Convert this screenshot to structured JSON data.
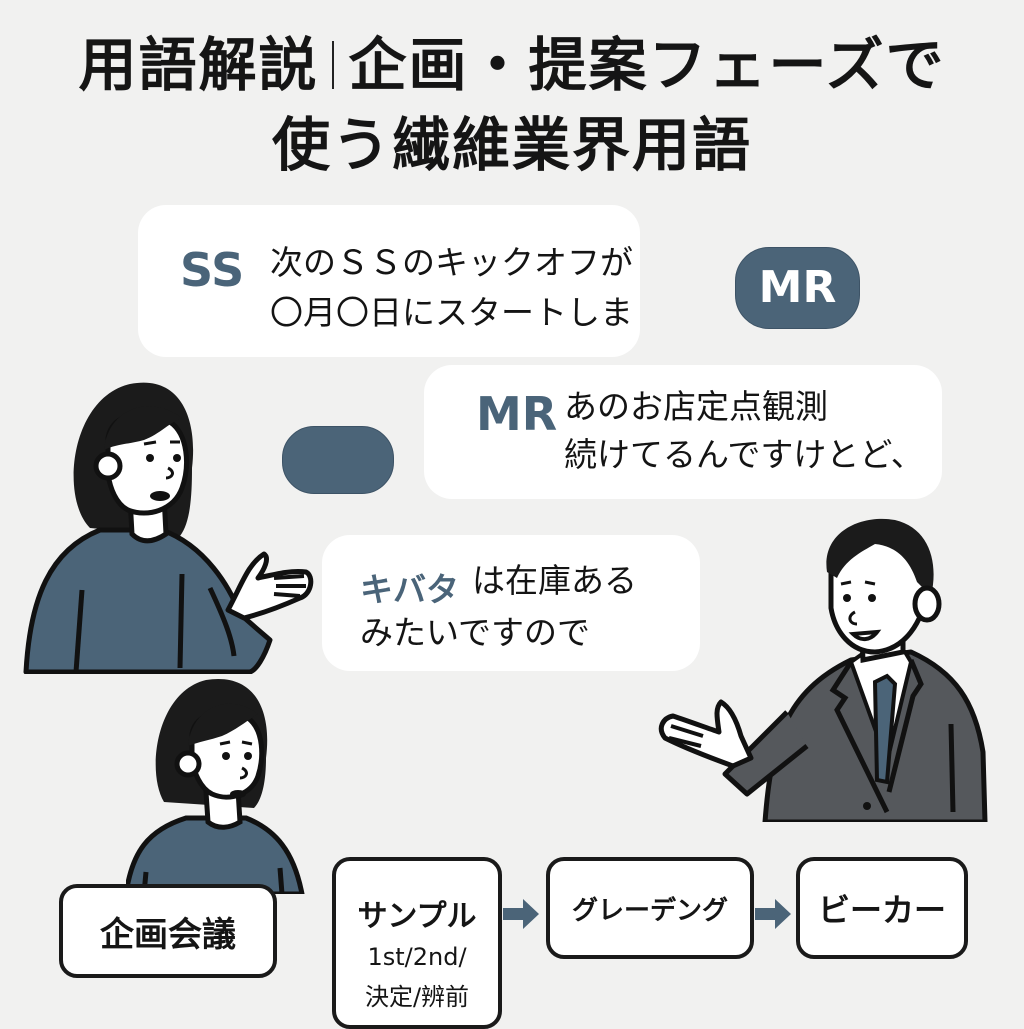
{
  "title": {
    "line1_left": "用語解説",
    "line1_right": "企画・提案フェーズで",
    "line2": "使う繊維業界用語"
  },
  "colors": {
    "background": "#f1f1f0",
    "accent": "#4b6478",
    "suit": "#55585c",
    "text": "#151515"
  },
  "bubbles": [
    {
      "tag": "SS",
      "lines": [
        "次のＳＳのキックオフが",
        "〇月〇日にスタートしま"
      ]
    },
    {
      "tag": "MR",
      "lines": [
        "あのお店定点観測",
        "続けてるんですけとど、"
      ]
    },
    {
      "tag": "キバタ",
      "lines": [
        "は在庫ある",
        "みたいですので"
      ]
    }
  ],
  "badges": [
    {
      "label": "MR",
      "icon": "speech-bubble-icon"
    },
    {
      "label": "",
      "icon": "speech-bubble-icon"
    }
  ],
  "characters": [
    {
      "name": "woman-presenter",
      "role": "speaker"
    },
    {
      "name": "businessman",
      "role": "speaker"
    },
    {
      "name": "woman-listener",
      "role": "listener"
    }
  ],
  "flow": {
    "steps": [
      {
        "label": "企画会議",
        "sub": []
      },
      {
        "label": "サンプル",
        "sub": [
          "1st/2nd/",
          "決定/辨前"
        ]
      },
      {
        "label": "グレーデング",
        "sub": []
      },
      {
        "label": "ビーカー",
        "sub": []
      }
    ],
    "arrow_icon": "arrow-right-icon"
  }
}
